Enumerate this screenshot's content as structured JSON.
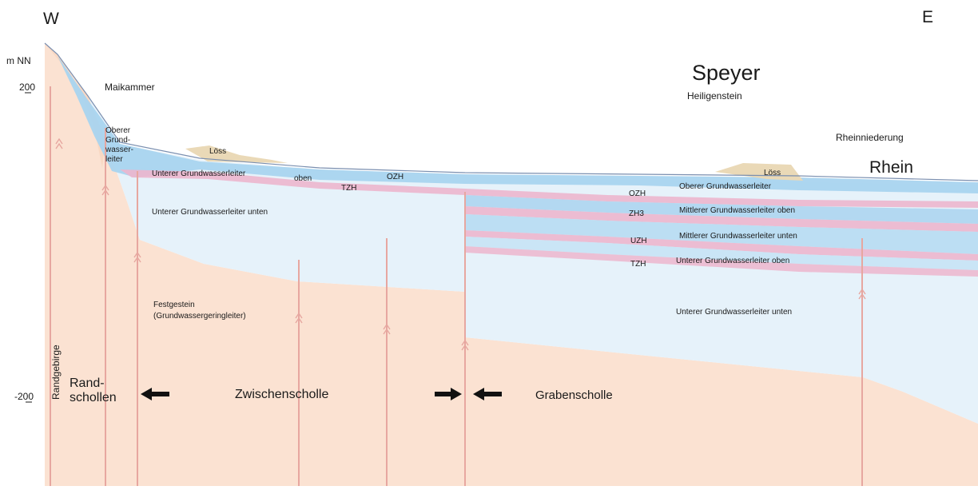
{
  "directions": {
    "west": "W",
    "east": "E"
  },
  "axis": {
    "unit": "m NN",
    "tick_top": "200",
    "tick_bottom": "-200"
  },
  "places": {
    "maikammer": "Maikammer",
    "speyer": "Speyer",
    "heiligenstein": "Heiligenstein",
    "rheinniederung": "Rheinniederung",
    "rhein": "Rhein"
  },
  "units_west": {
    "oberer_gwl": [
      "Oberer",
      "Grund-",
      "wasser-",
      "leiter"
    ],
    "loess": "Löss",
    "unterer_gwl_oben": "Unterer Grundwasserleiter",
    "oben": "oben",
    "tzh": "TZH",
    "ozh": "OZH",
    "unterer_gwl_unten": "Unterer Grundwasserleiter unten",
    "festgestein": [
      "Festgestein",
      "(Grundwassergeringleiter)"
    ]
  },
  "units_east": {
    "loess": "Löss",
    "codes": [
      "OZH",
      "ZH3",
      "UZH",
      "TZH"
    ],
    "aquifers": [
      "Oberer Grundwasserleiter",
      "Mittlerer Grundwasserleiter oben",
      "Mittlerer Grundwasserleiter unten",
      "Unterer Grundwasserleiter oben"
    ],
    "unterer_gwl_unten": "Unterer Grundwasserleiter unten"
  },
  "blocks": {
    "randgebirge": "Randgebirge",
    "randschollen": [
      "Rand-",
      "schollen"
    ],
    "zwischenscholle": "Zwischenscholle",
    "grabenscholle": "Grabenscholle"
  },
  "colors": {
    "bedrock": "#fbe2d2",
    "aquifer_light": "#e6f2fa",
    "aquifer_blue": "#a9d4ef",
    "aquitard_pink": "#ecb6cd",
    "loess": "#ead9b7",
    "fault": "#e7a7a0"
  }
}
